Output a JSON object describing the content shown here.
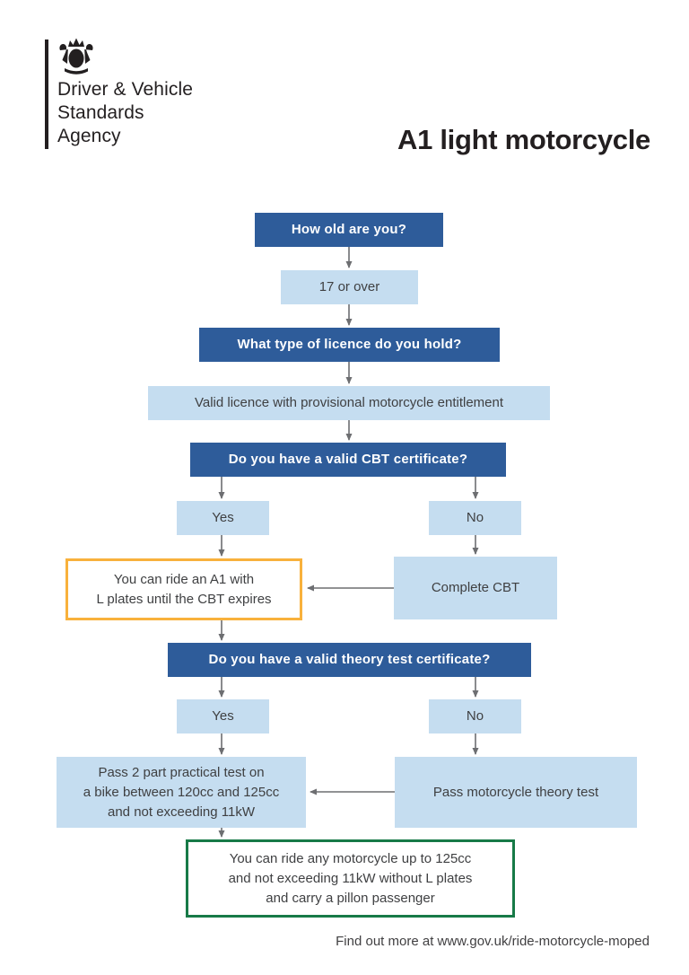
{
  "header": {
    "agency_line1": "Driver & Vehicle",
    "agency_line2": "Standards",
    "agency_line3": "Agency",
    "title": "A1 light motorcycle"
  },
  "nodes": {
    "q_age": {
      "type": "question",
      "label": "How old are you?"
    },
    "a_age": {
      "type": "answer",
      "label": "17 or over"
    },
    "q_licence": {
      "type": "question",
      "label": "What type of licence do you hold?"
    },
    "a_licence": {
      "type": "answer",
      "label": "Valid licence with provisional motorcycle entitlement"
    },
    "q_cbt": {
      "type": "question",
      "label": "Do you have a valid CBT certificate?"
    },
    "a_cbt_yes": {
      "type": "answer",
      "label": "Yes"
    },
    "a_cbt_no": {
      "type": "answer",
      "label": "No"
    },
    "outcome_cbt": {
      "type": "outcome-interim",
      "lines": [
        "You can ride an A1 with",
        "L plates until the CBT expires"
      ]
    },
    "action_cbt": {
      "type": "answer",
      "label": "Complete CBT"
    },
    "q_theory": {
      "type": "question",
      "label": "Do you have a valid theory test certificate?"
    },
    "a_theory_yes": {
      "type": "answer",
      "label": "Yes"
    },
    "a_theory_no": {
      "type": "answer",
      "label": "No"
    },
    "action_practical": {
      "type": "answer",
      "lines": [
        "Pass 2 part practical test on",
        "a bike between 120cc and 125cc",
        "and not exceeding 11kW"
      ]
    },
    "action_theory": {
      "type": "answer",
      "label": "Pass motorcycle theory test"
    },
    "outcome_final": {
      "type": "outcome-final",
      "lines": [
        "You can ride any motorcycle up to 125cc",
        "and not exceeding 11kW without L plates",
        "and carry a pillon passenger"
      ]
    }
  },
  "edges": [
    {
      "from": "q_age",
      "to": "a_age"
    },
    {
      "from": "a_age",
      "to": "q_licence"
    },
    {
      "from": "q_licence",
      "to": "a_licence"
    },
    {
      "from": "a_licence",
      "to": "q_cbt"
    },
    {
      "from": "q_cbt",
      "to": "a_cbt_yes"
    },
    {
      "from": "q_cbt",
      "to": "a_cbt_no"
    },
    {
      "from": "a_cbt_yes",
      "to": "outcome_cbt"
    },
    {
      "from": "a_cbt_no",
      "to": "action_cbt"
    },
    {
      "from": "action_cbt",
      "to": "outcome_cbt"
    },
    {
      "from": "outcome_cbt",
      "to": "q_theory"
    },
    {
      "from": "q_theory",
      "to": "a_theory_yes"
    },
    {
      "from": "q_theory",
      "to": "a_theory_no"
    },
    {
      "from": "a_theory_yes",
      "to": "action_practical"
    },
    {
      "from": "a_theory_no",
      "to": "action_theory"
    },
    {
      "from": "action_theory",
      "to": "action_practical"
    },
    {
      "from": "action_practical",
      "to": "outcome_final"
    }
  ],
  "colors": {
    "question_bg": "#2e5c9a",
    "answer_bg": "#c5ddf0",
    "interim_outcome_border": "#f8b13c",
    "final_outcome_border": "#177a47",
    "arrow": "#6d6e71"
  },
  "footer": {
    "more_info": "Find out more at www.gov.uk/ride-motorcycle-moped"
  }
}
